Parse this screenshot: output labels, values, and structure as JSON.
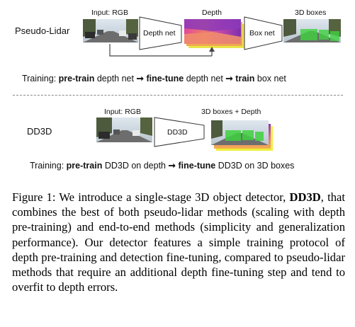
{
  "pseudo_lidar": {
    "row_label": "Pseudo-Lidar",
    "input_label": "Input: RGB",
    "depth_label": "Depth",
    "boxes_label": "3D boxes",
    "depth_net": "Depth net",
    "box_net": "Box net",
    "training": {
      "prefix": "Training:",
      "step1_bold": "pre-train",
      "step1_rest": "depth net",
      "step2_bold": "fine-tune",
      "step2_rest": "depth net",
      "step3_bold": "train",
      "step3_rest": "box net",
      "arrow": "➞"
    }
  },
  "dd3d": {
    "row_label": "DD3D",
    "input_label": "Input: RGB",
    "output_label": "3D boxes + Depth",
    "net": "DD3D",
    "training": {
      "prefix": "Training:",
      "step1_bold": "pre-train",
      "step1_rest": "DD3D on depth",
      "step2_bold": "fine-tune",
      "step2_rest": "DD3D on 3D boxes",
      "arrow": "➞"
    }
  },
  "caption": {
    "fig": "Figure 1:",
    "t1": "We introduce a single-stage 3D object detector,",
    "name": "DD3D",
    "t2": ", that combines the best of both pseudo-lidar methods (scaling with depth pre-training) and end-to-end methods (simplicity and generalization performance). Our detector features a simple training protocol of depth pre-training and detection fine-tuning, compared to pseudo-lidar methods that require an additional depth fine-tuning step and tend to overfit to depth errors."
  },
  "colors": {
    "depth_purple": "#7b2fb0",
    "depth_magenta": "#e0479a",
    "depth_orange": "#f2a64a",
    "depth_yellow": "#f1f33a",
    "box_green": "#3ed13e",
    "funnel_stroke": "#333333"
  }
}
